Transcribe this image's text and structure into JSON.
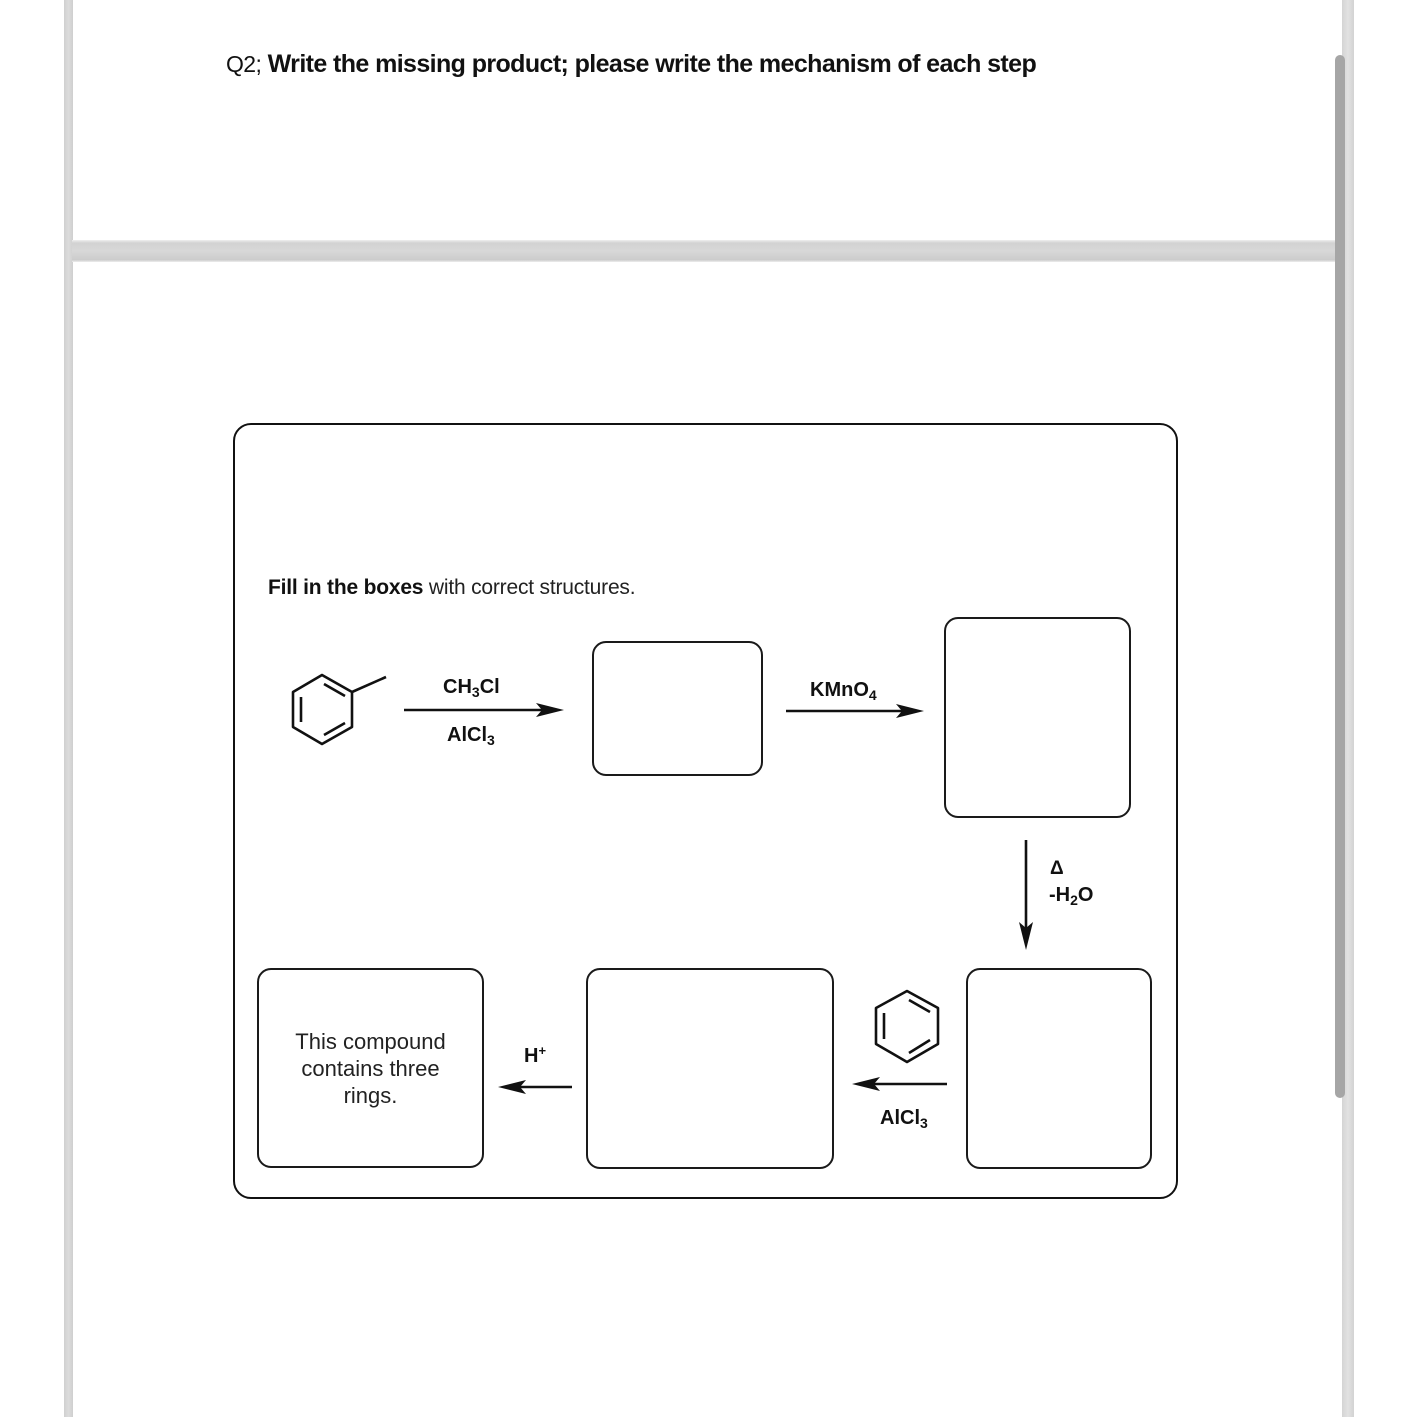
{
  "question": {
    "prefix": "Q2;",
    "text": "Write the missing product; please write the mechanism of each step"
  },
  "instruction": {
    "bold": "Fill in the boxes",
    "rest": " with correct structures."
  },
  "starting_material": "toluene-structure",
  "steps": [
    {
      "reagent_top": "CH",
      "reagent_top_sub": "3",
      "reagent_top_tail": "Cl",
      "reagent_bottom": "AlCl",
      "reagent_bottom_sub": "3",
      "direction": "right"
    },
    {
      "reagent_top": "KMnO",
      "reagent_top_sub": "4",
      "direction": "right"
    },
    {
      "reagent_top": "Δ",
      "reagent_bottom": "-H",
      "reagent_bottom_sub": "2",
      "reagent_bottom_tail": "O",
      "direction": "down"
    },
    {
      "reagent_top": "benzene-structure",
      "reagent_bottom": "AlCl",
      "reagent_bottom_sub": "3",
      "direction": "left"
    },
    {
      "reagent_top": "H",
      "reagent_top_sup": "+",
      "direction": "left"
    }
  ],
  "boxes": [
    {
      "content": ""
    },
    {
      "content": ""
    },
    {
      "content": ""
    },
    {
      "content": ""
    },
    {
      "content": "This compound contains three rings."
    }
  ]
}
